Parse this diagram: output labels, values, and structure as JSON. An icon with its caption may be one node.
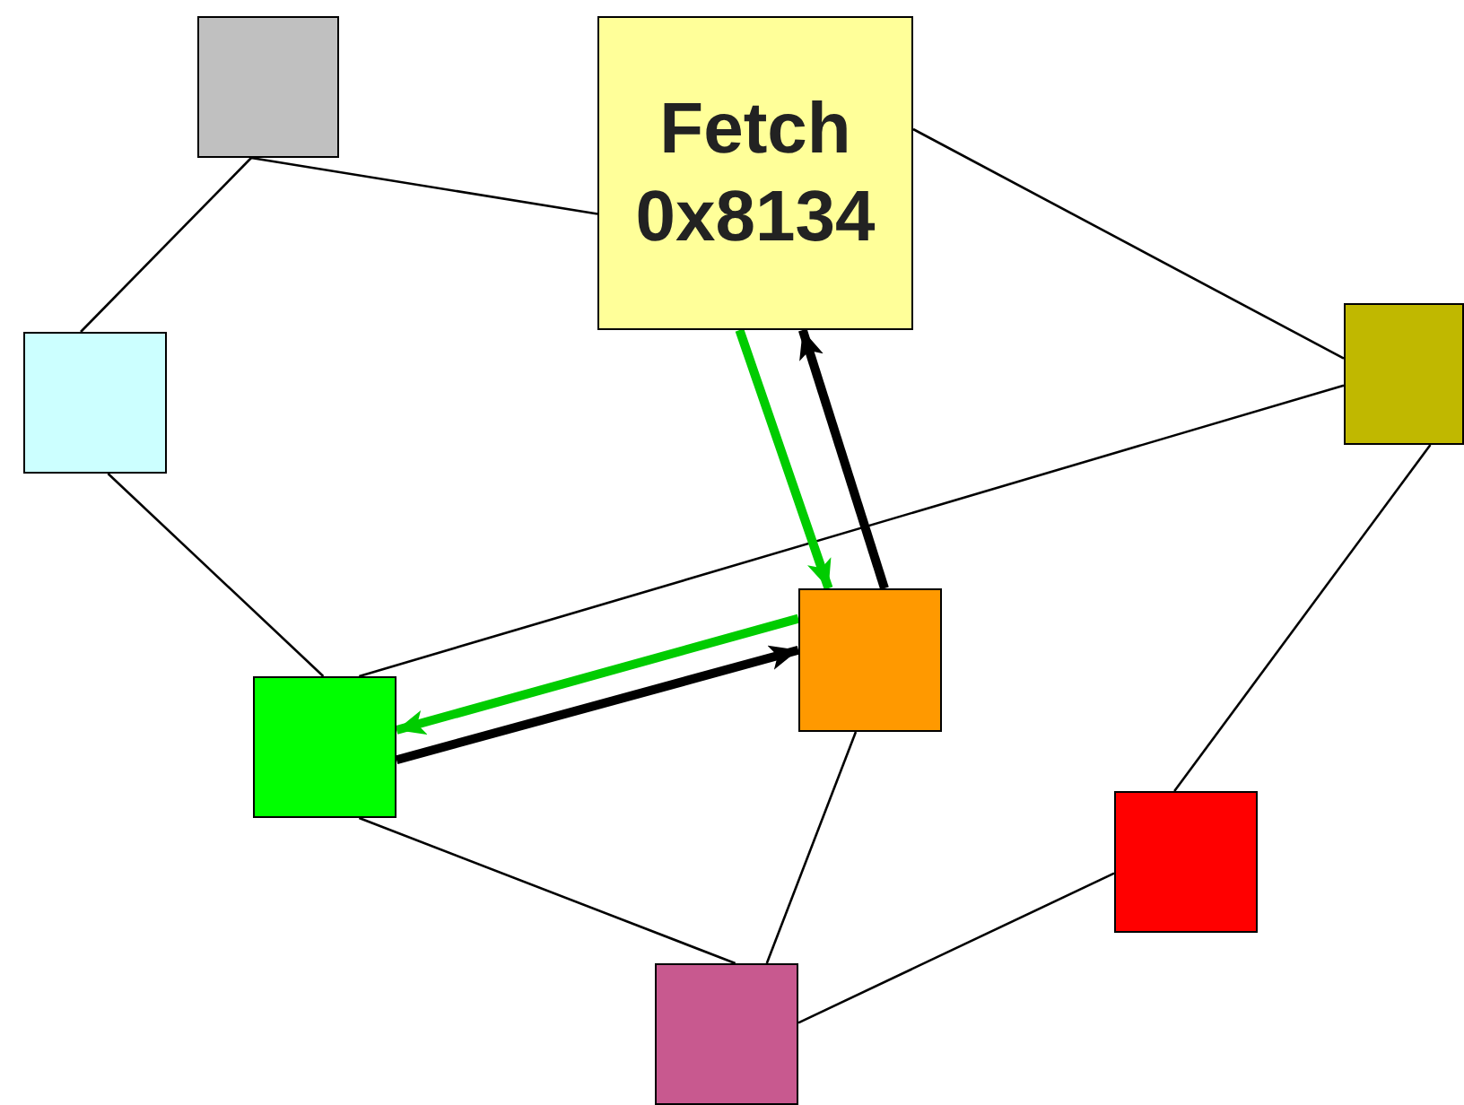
{
  "diagram": {
    "nodes": [
      {
        "text": [],
        "shape": "box"
      },
      {
        "text": [
          "Fetch 0x8134"
        ]
      },
      {
        "text": [],
        "shape": "box"
      },
      {
        "text": [],
        "shape": "box"
      },
      {
        "text": [],
        "shape": "box"
      },
      {
        "text": [],
        "shape": "box"
      },
      {
        "text": [],
        "shape": "box"
      },
      {
        "text": [],
        "shape": "box"
      }
    ],
    "edges": [
      {
        "from": 0,
        "to": 1,
        "arrow": "none"
      },
      {
        "from": 0,
        "to": 2,
        "arrow": "none"
      },
      {
        "from": 1,
        "to": 3,
        "arrow": "none"
      },
      {
        "from": 2,
        "to": 5,
        "arrow": "none"
      },
      {
        "from": 5,
        "to": 3,
        "arrow": "none"
      },
      {
        "from": 1,
        "to": 4,
        "arrow": "to",
        "style": "thick",
        "color": "#00cc00"
      },
      {
        "from": 4,
        "to": 1,
        "arrow": "to",
        "style": "thick"
      },
      {
        "from": 4,
        "to": 5,
        "arrow": "to",
        "style": "thick",
        "color": "#00cc00"
      },
      {
        "from": 5,
        "to": 4,
        "arrow": "to",
        "style": "thick"
      },
      {
        "from": 4,
        "to": 7,
        "arrow": "none"
      },
      {
        "from": 5,
        "to": 7,
        "arrow": "none"
      },
      {
        "from": 7,
        "to": 6,
        "arrow": "none"
      },
      {
        "from": 6,
        "to": 3,
        "arrow": "none"
      }
    ]
  }
}
